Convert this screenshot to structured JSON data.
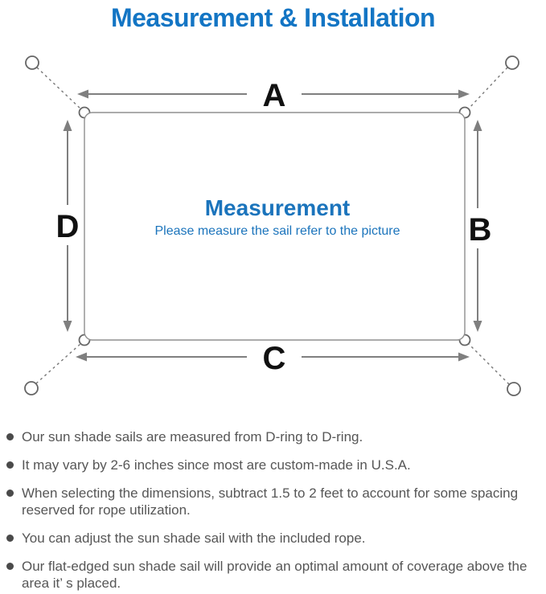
{
  "title": "Measurement & Installation",
  "diagram": {
    "side_a": "A",
    "side_b": "B",
    "side_c": "C",
    "side_d": "D",
    "center_title": "Measurement",
    "center_note": "Please measure the sail refer to the picture"
  },
  "notes": [
    "Our sun shade sails are measured from D-ring to D-ring.",
    "It may vary by 2-6 inches since most are custom-made in U.S.A.",
    "When selecting the dimensions, subtract 1.5 to 2 feet to account for some spacing reserved for rope utilization.",
    "You can adjust the sun shade sail with the included rope.",
    "Our flat-edged sun shade sail will provide an optimal amount of coverage above the area it’ s placed."
  ],
  "colors": {
    "title_blue": "#1375C4",
    "center_text_blue": "#1B74BC",
    "note_text_gray": "#565656",
    "line_gray": "#7F7F7F",
    "dim_label_black": "#111111"
  },
  "icons": {
    "bullet": "filled-dot",
    "anchor_ring": "ring-outline",
    "corner_d_ring": "ring-outline",
    "connector": "dashed-line",
    "dimension_arrow": "double-headed-arrow"
  }
}
